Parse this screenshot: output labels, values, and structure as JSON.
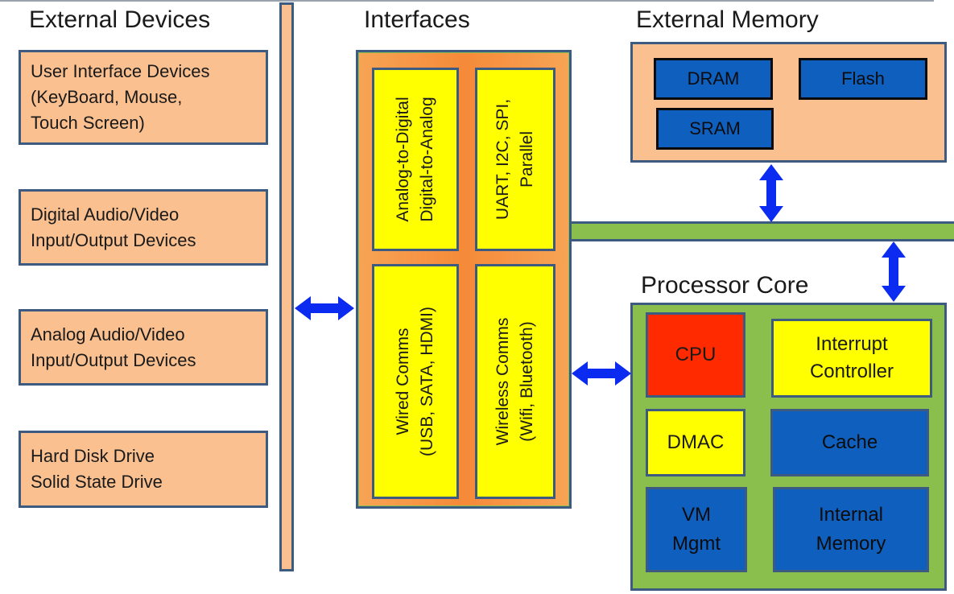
{
  "titles": {
    "external_devices": "External Devices",
    "interfaces": "Interfaces",
    "external_memory": "External Memory",
    "processor_core": "Processor Core"
  },
  "external_devices": [
    "User Interface Devices\n(KeyBoard, Mouse,\nTouch Screen)",
    "Digital Audio/Video\nInput/Output Devices",
    "Analog Audio/Video\nInput/Output Devices",
    "Hard Disk Drive\nSolid State Drive"
  ],
  "interfaces": {
    "adc_dac": "Analog-to-Digital\nDigital-to-Analog",
    "serial": "UART, I2C, SPI,\nParallel",
    "wired": "Wired Comms\n(USB, SATA, HDMI)",
    "wireless": "Wireless Comms\n(Wifi, Bluetooth)"
  },
  "external_memory": {
    "dram": "DRAM",
    "flash": "Flash",
    "sram": "SRAM"
  },
  "processor_core": {
    "cpu": "CPU",
    "interrupt": "Interrupt\nController",
    "dmac": "DMAC",
    "cache": "Cache",
    "vm": "VM\nMgmt",
    "internal_memory": "Internal\nMemory"
  },
  "colors": {
    "device_fill": "#fac090",
    "bus_green": "#8bbf4d",
    "memory_blue": "#0f5fbf",
    "interface_yellow": "#ffff00",
    "cpu_red": "#ff2a00",
    "arrow_blue": "#0b2cf0",
    "border": "#3d5a80"
  }
}
